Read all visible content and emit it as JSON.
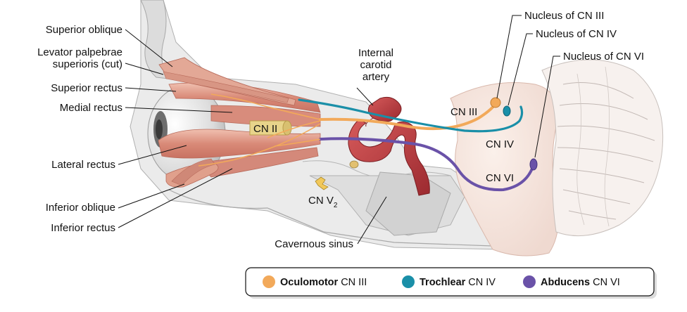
{
  "labels": {
    "superior_oblique": "Superior oblique",
    "levator_line1": "Levator palpebrae",
    "levator_line2": "superioris (cut)",
    "superior_rectus": "Superior rectus",
    "medial_rectus": "Medial rectus",
    "lateral_rectus": "Lateral rectus",
    "inferior_oblique": "Inferior oblique",
    "inferior_rectus": "Inferior rectus",
    "cn_ii": "CN II",
    "internal_carotid_line1": "Internal",
    "internal_carotid_line2": "carotid",
    "internal_carotid_line3": "artery",
    "cn_iii": "CN III",
    "cn_iv": "CN IV",
    "cn_vi": "CN VI",
    "cn_v": "CN V",
    "cn_v_sub": "2",
    "cavernous_sinus": "Cavernous sinus",
    "nucleus_cn_iii": "Nucleus of CN III",
    "nucleus_cn_iv": "Nucleus of CN IV",
    "nucleus_cn_vi": "Nucleus of CN VI"
  },
  "legend": [
    {
      "bold": "Oculomotor",
      "rest": " CN III",
      "color": "#f2a95a"
    },
    {
      "bold": "Trochlear",
      "rest": " CN IV",
      "color": "#1a8fa8"
    },
    {
      "bold": "Abducens",
      "rest": " CN VI",
      "color": "#6a52a8"
    }
  ],
  "colors": {
    "oculomotor": "#f2a95a",
    "trochlear": "#1a8fa8",
    "abducens": "#6a52a8",
    "artery": "#b8383c",
    "muscle": "#e0a08c",
    "bone": "#e6e6e6",
    "brainstem": "#f6e6e0"
  }
}
